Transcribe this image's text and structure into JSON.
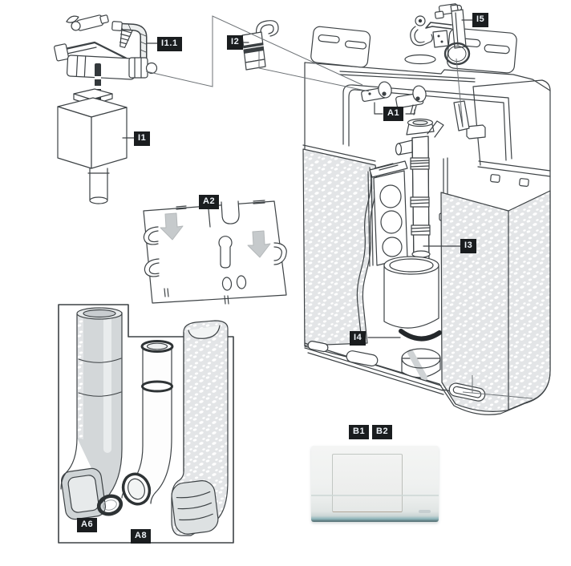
{
  "diagram": {
    "kind": "exploded parts diagram of a concealed toilet cistern",
    "labels": {
      "i1_1": "I1.1",
      "i1": "I1",
      "i2": "I2",
      "i5": "I5",
      "a1": "A1",
      "a2": "A2",
      "i3": "I3",
      "i4": "I4",
      "a6": "A6",
      "a8": "A8",
      "b1": "B1",
      "b2": "B2"
    }
  },
  "colors": {
    "label_bg": "#1a1d1f",
    "label_text": "#eef3f8",
    "line_color": "#3d4245",
    "leader_color": "#6d7276",
    "stipple_fill": "#e3e5e7",
    "plate_teal": "#8fb6bb"
  }
}
